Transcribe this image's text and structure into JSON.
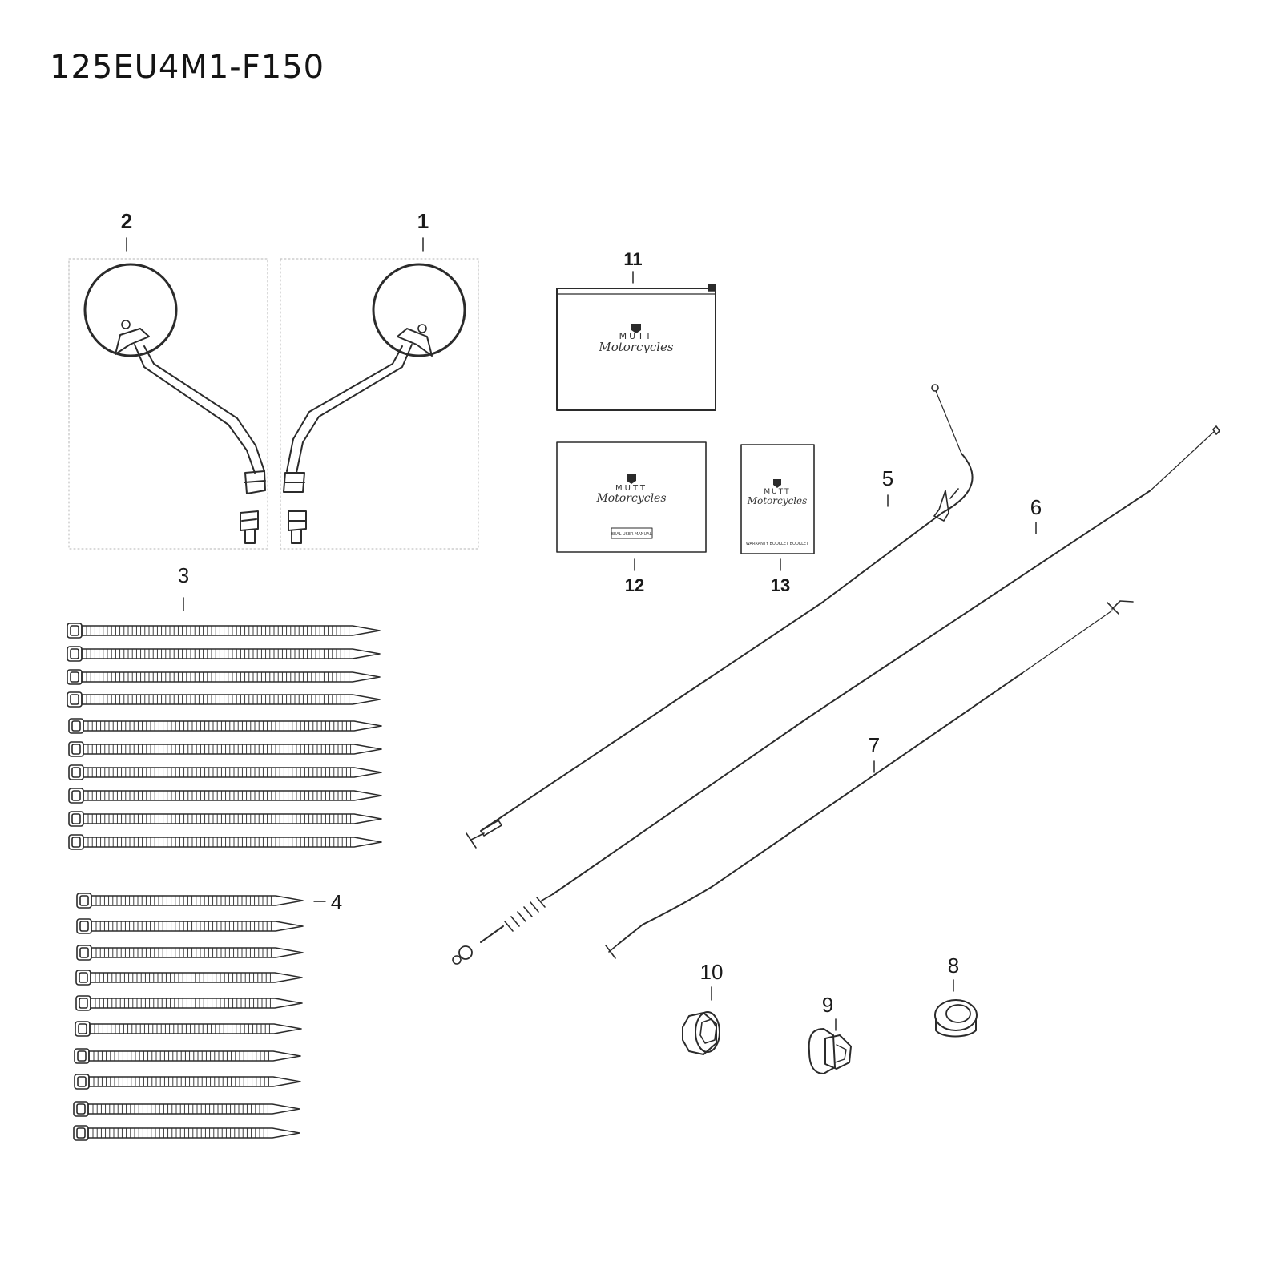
{
  "diagram": {
    "title": "125EU4M1-F150",
    "callouts": [
      "1",
      "2",
      "3",
      "4",
      "5",
      "6",
      "7",
      "8",
      "9",
      "10",
      "11",
      "12",
      "13"
    ],
    "manual_label": "BEAL USER MANUAL",
    "warranty_label": "WARRANTY BOOKLET BOOKLET",
    "logo": {
      "brand": "MUTT",
      "script": "Motorcycles"
    },
    "colors": {
      "line": "#2b2b2b",
      "background": "#ffffff",
      "box_border": "#b4b4b4"
    },
    "ties_large_count": 10,
    "ties_small_count": 10
  }
}
